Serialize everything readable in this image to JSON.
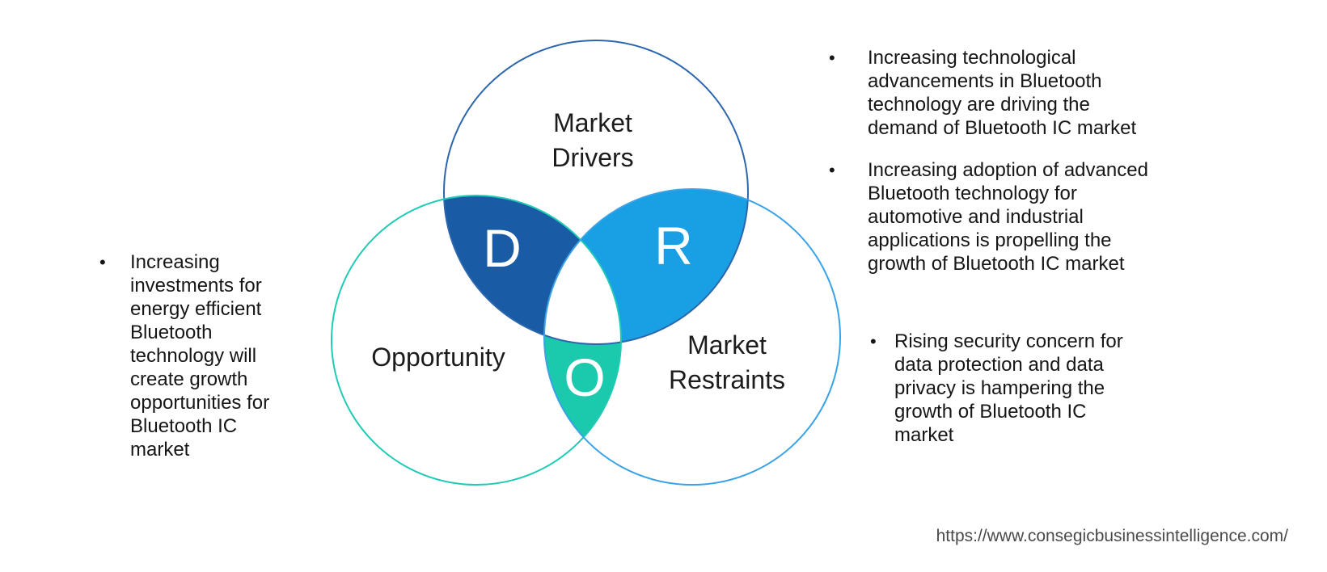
{
  "slide": {
    "background": "#ffffff"
  },
  "venn": {
    "circles": [
      {
        "name": "market-drivers",
        "label": "Market\nDrivers",
        "outline_color": "#2c66ad"
      },
      {
        "name": "opportunity",
        "label": "Opportunity",
        "outline_color": "#1fcbb5"
      },
      {
        "name": "market-restraints",
        "label": "Market\nRestraints",
        "outline_color": "#3aa2e6"
      }
    ],
    "petals": {
      "d": {
        "letter": "D",
        "fill": "#1a5ba6"
      },
      "r": {
        "letter": "R",
        "fill": "#199fe3"
      },
      "o": {
        "letter": "O",
        "fill": "#1bc9ac"
      }
    },
    "center_fill": "#ffffff"
  },
  "notes": {
    "left": [
      {
        "marker": "•",
        "text": "Increasing\ninvestments for\nenergy efficient\nBluetooth\ntechnology will\ncreate growth\nopportunities for\nBluetooth IC\nmarket"
      }
    ],
    "right": [
      {
        "marker": "•",
        "text": "Increasing technological\nadvancements in Bluetooth\ntechnology are driving the\ndemand of Bluetooth IC market"
      },
      {
        "marker": "•",
        "text": "Increasing adoption of advanced\nBluetooth technology for\nautomotive and industrial\napplications is propelling the\ngrowth of Bluetooth IC market"
      },
      {
        "marker": "•",
        "text": "Rising security concern for\ndata protection and data\nprivacy is hampering the\ngrowth of Bluetooth IC\nmarket"
      }
    ]
  },
  "footer": {
    "url": "https://www.consegicbusinessintelligence.com/"
  }
}
